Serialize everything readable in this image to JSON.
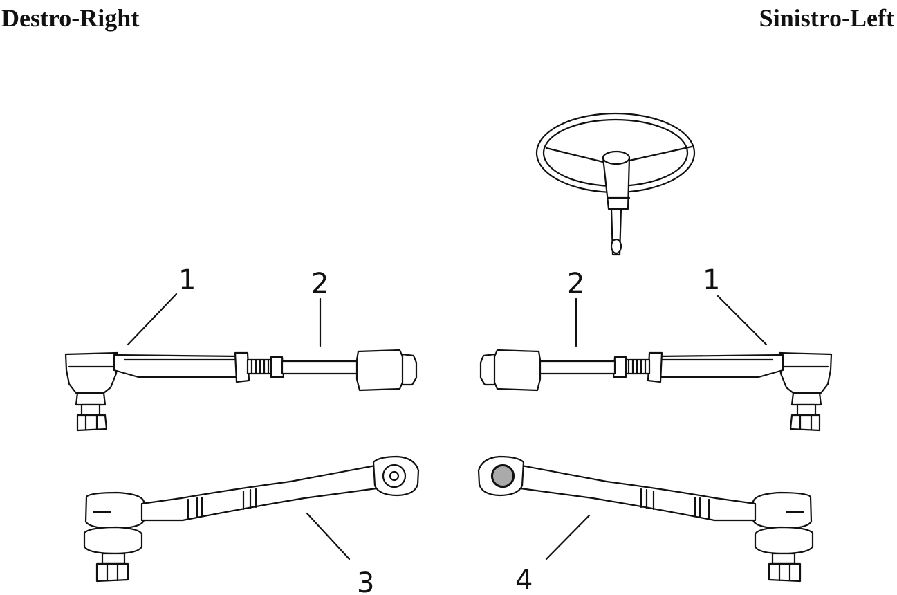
{
  "headings": {
    "right": "Destro-Right",
    "left": "Sinistro-Left"
  },
  "callouts": {
    "right_tie_rod_end": "1",
    "right_tie_rod": "2",
    "right_lower_link": "3",
    "left_tie_rod_end": "1",
    "left_tie_rod": "2",
    "left_lower_link": "4"
  }
}
